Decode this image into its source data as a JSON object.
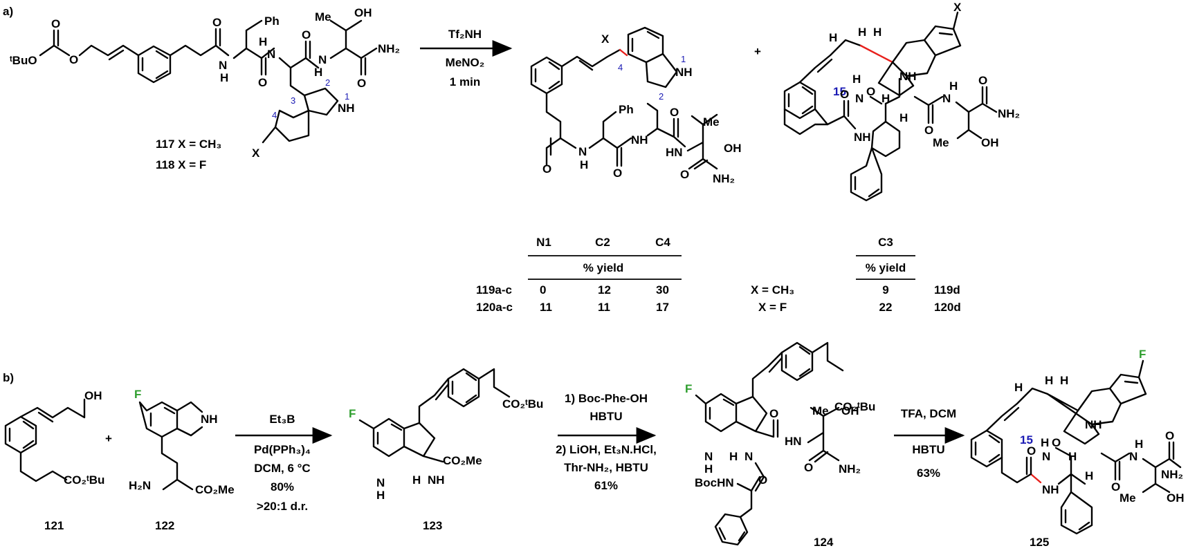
{
  "panels": {
    "a": "a)",
    "b": "b)"
  },
  "colors": {
    "blue_numbering": "#1a1ab4",
    "fluorine": "#2e9e2e",
    "new_bond": "#e8201c"
  },
  "reaction_a": {
    "reagent_top": "Tf₂NH",
    "solvent": "MeNO₂",
    "time": "1 min",
    "substrate_labels": [
      "117 X = CH₃",
      "118 X = F"
    ],
    "plus": "+",
    "ring_size": "15"
  },
  "table_left": {
    "headers": [
      "N1",
      "C2",
      "C4"
    ],
    "subheader": "% yield",
    "rows": [
      {
        "label": "119a-c",
        "values": [
          "0",
          "12",
          "30"
        ]
      },
      {
        "label": "120a-c",
        "values": [
          "11",
          "11",
          "17"
        ]
      }
    ]
  },
  "table_right": {
    "header": "C3",
    "subheader": "% yield",
    "rows": [
      {
        "label": "X = CH₃",
        "value": "9",
        "compound": "119d"
      },
      {
        "label": "X = F",
        "value": "22",
        "compound": "120d"
      }
    ]
  },
  "reaction_b": {
    "plus": "+",
    "compounds": [
      "121",
      "122",
      "123",
      "124",
      "125"
    ],
    "step1": {
      "reagent": "Et₃B",
      "conditions": [
        "Pd(PPh₃)₄",
        "DCM, 6 °C",
        "80%",
        ">20:1 d.r."
      ]
    },
    "step2": {
      "lines": [
        "1) Boc-Phe-OH",
        "HBTU",
        "2) LiOH, Et₃N.HCl,",
        "Thr-NH₂, HBTU",
        "61%"
      ]
    },
    "step3": {
      "lines": [
        "TFA, DCM",
        "HBTU",
        "63%"
      ]
    },
    "ring_size": "15"
  },
  "atoms": {
    "otbu": "ᵗBuO",
    "o": "O",
    "ph": "Ph",
    "me": "Me",
    "oh": "OH",
    "n": "N",
    "h": "H",
    "nh": "NH",
    "hn": "HN",
    "nh2": "NH₂",
    "x": "X",
    "f": "F",
    "co2tbu": "CO₂ᵗBu",
    "co2me": "CO₂Me",
    "h2n": "H₂N",
    "bochn": "BocHN",
    "ph2": "Ph"
  }
}
